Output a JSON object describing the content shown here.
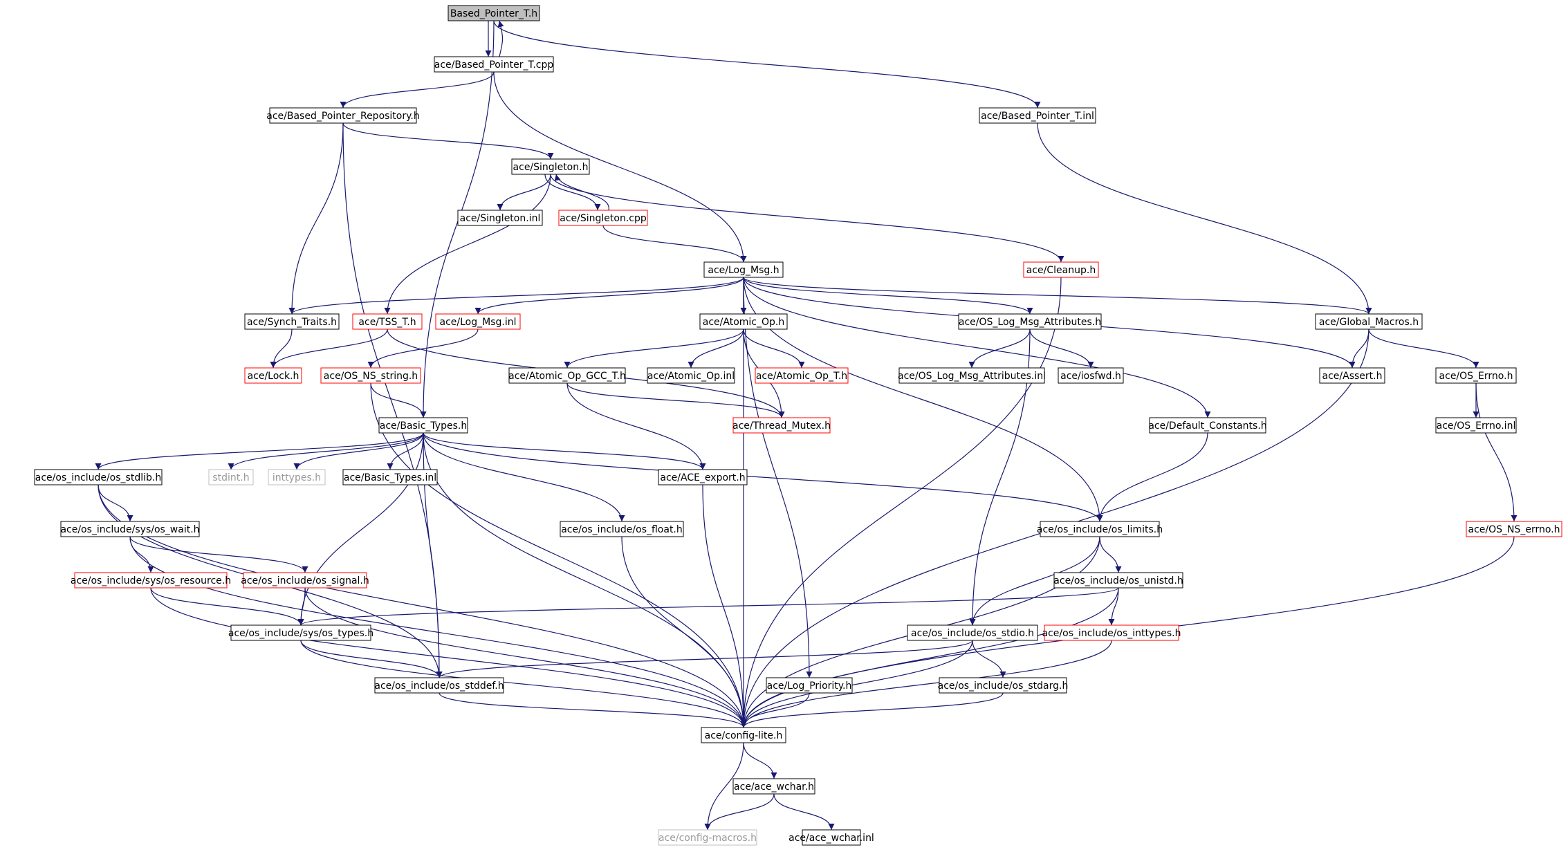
{
  "diagram": {
    "colors": {
      "edge": "#191970",
      "node_border": "#000000",
      "incomplete_border": "#ff0000",
      "external_border": "#bfbfbf",
      "external_text": "#9a9a9a",
      "root_fill": "#bfbfbf",
      "text": "#000000"
    },
    "nodes": [
      {
        "id": "n0",
        "label": "Based_Pointer_T.h",
        "style": "root"
      },
      {
        "id": "n1",
        "label": "ace/Based_Pointer_T.cpp",
        "style": "normal"
      },
      {
        "id": "n2",
        "label": "ace/Based_Pointer_Repository.h",
        "style": "normal"
      },
      {
        "id": "n3",
        "label": "ace/Based_Pointer_T.inl",
        "style": "normal"
      },
      {
        "id": "n4",
        "label": "ace/Singleton.h",
        "style": "normal"
      },
      {
        "id": "n5",
        "label": "ace/Singleton.inl",
        "style": "normal"
      },
      {
        "id": "n6",
        "label": "ace/Singleton.cpp",
        "style": "incomplete"
      },
      {
        "id": "n7",
        "label": "ace/Log_Msg.h",
        "style": "normal"
      },
      {
        "id": "n8",
        "label": "ace/Cleanup.h",
        "style": "incomplete"
      },
      {
        "id": "n9",
        "label": "ace/Synch_Traits.h",
        "style": "normal"
      },
      {
        "id": "n10",
        "label": "ace/TSS_T.h",
        "style": "incomplete"
      },
      {
        "id": "n11",
        "label": "ace/Log_Msg.inl",
        "style": "incomplete"
      },
      {
        "id": "n12",
        "label": "ace/Atomic_Op.h",
        "style": "normal"
      },
      {
        "id": "n13",
        "label": "ace/OS_Log_Msg_Attributes.h",
        "style": "normal"
      },
      {
        "id": "n14",
        "label": "ace/Global_Macros.h",
        "style": "normal"
      },
      {
        "id": "n15",
        "label": "ace/Lock.h",
        "style": "incomplete"
      },
      {
        "id": "n16",
        "label": "ace/OS_NS_string.h",
        "style": "incomplete"
      },
      {
        "id": "n17",
        "label": "ace/Atomic_Op_GCC_T.h",
        "style": "normal"
      },
      {
        "id": "n18",
        "label": "ace/Atomic_Op.inl",
        "style": "normal"
      },
      {
        "id": "n19",
        "label": "ace/Atomic_Op_T.h",
        "style": "incomplete"
      },
      {
        "id": "n20",
        "label": "ace/OS_Log_Msg_Attributes.inl",
        "style": "normal"
      },
      {
        "id": "n21",
        "label": "ace/iosfwd.h",
        "style": "normal"
      },
      {
        "id": "n22",
        "label": "ace/Assert.h",
        "style": "normal"
      },
      {
        "id": "n23",
        "label": "ace/OS_Errno.h",
        "style": "normal"
      },
      {
        "id": "n24",
        "label": "ace/Basic_Types.h",
        "style": "normal"
      },
      {
        "id": "n25",
        "label": "ace/Thread_Mutex.h",
        "style": "incomplete"
      },
      {
        "id": "n26",
        "label": "ace/Default_Constants.h",
        "style": "normal"
      },
      {
        "id": "n27",
        "label": "ace/OS_Errno.inl",
        "style": "normal"
      },
      {
        "id": "n28",
        "label": "ace/os_include/os_stdlib.h",
        "style": "normal"
      },
      {
        "id": "n29",
        "label": "stdint.h",
        "style": "external"
      },
      {
        "id": "n30",
        "label": "inttypes.h",
        "style": "external"
      },
      {
        "id": "n31",
        "label": "ace/Basic_Types.inl",
        "style": "normal"
      },
      {
        "id": "n32",
        "label": "ace/ACE_export.h",
        "style": "normal"
      },
      {
        "id": "n33",
        "label": "ace/os_include/sys/os_wait.h",
        "style": "normal"
      },
      {
        "id": "n34",
        "label": "ace/os_include/os_float.h",
        "style": "normal"
      },
      {
        "id": "n35",
        "label": "ace/os_include/os_limits.h",
        "style": "normal"
      },
      {
        "id": "n36",
        "label": "ace/OS_NS_errno.h",
        "style": "incomplete"
      },
      {
        "id": "n37",
        "label": "ace/os_include/sys/os_resource.h",
        "style": "incomplete"
      },
      {
        "id": "n38",
        "label": "ace/os_include/os_signal.h",
        "style": "incomplete"
      },
      {
        "id": "n39",
        "label": "ace/os_include/os_unistd.h",
        "style": "normal"
      },
      {
        "id": "n40",
        "label": "ace/os_include/sys/os_types.h",
        "style": "normal"
      },
      {
        "id": "n41",
        "label": "ace/os_include/os_stdio.h",
        "style": "normal"
      },
      {
        "id": "n42",
        "label": "ace/os_include/os_inttypes.h",
        "style": "incomplete"
      },
      {
        "id": "n43",
        "label": "ace/os_include/os_stddef.h",
        "style": "normal"
      },
      {
        "id": "n44",
        "label": "ace/Log_Priority.h",
        "style": "normal"
      },
      {
        "id": "n45",
        "label": "ace/os_include/os_stdarg.h",
        "style": "normal"
      },
      {
        "id": "n46",
        "label": "ace/config-lite.h",
        "style": "normal"
      },
      {
        "id": "n47",
        "label": "ace/ace_wchar.h",
        "style": "normal"
      },
      {
        "id": "n48",
        "label": "ace/config-macros.h",
        "style": "external"
      },
      {
        "id": "n49",
        "label": "ace/ace_wchar.inl",
        "style": "normal"
      }
    ],
    "edges": [
      [
        "n0",
        "n1"
      ],
      [
        "n1",
        "n0"
      ],
      [
        "n0",
        "n3"
      ],
      [
        "n0",
        "n24"
      ],
      [
        "n1",
        "n2"
      ],
      [
        "n1",
        "n7"
      ],
      [
        "n2",
        "n4"
      ],
      [
        "n2",
        "n9"
      ],
      [
        "n2",
        "n43"
      ],
      [
        "n3",
        "n14"
      ],
      [
        "n4",
        "n5"
      ],
      [
        "n4",
        "n6"
      ],
      [
        "n6",
        "n4"
      ],
      [
        "n4",
        "n8"
      ],
      [
        "n4",
        "n10"
      ],
      [
        "n6",
        "n7"
      ],
      [
        "n7",
        "n9"
      ],
      [
        "n7",
        "n11"
      ],
      [
        "n7",
        "n12"
      ],
      [
        "n7",
        "n13"
      ],
      [
        "n7",
        "n14"
      ],
      [
        "n7",
        "n22"
      ],
      [
        "n7",
        "n26"
      ],
      [
        "n7",
        "n35"
      ],
      [
        "n7",
        "n44"
      ],
      [
        "n7",
        "n46"
      ],
      [
        "n8",
        "n46"
      ],
      [
        "n9",
        "n15"
      ],
      [
        "n10",
        "n15"
      ],
      [
        "n10",
        "n25"
      ],
      [
        "n11",
        "n16"
      ],
      [
        "n12",
        "n17"
      ],
      [
        "n12",
        "n18"
      ],
      [
        "n12",
        "n19"
      ],
      [
        "n12",
        "n25"
      ],
      [
        "n13",
        "n20"
      ],
      [
        "n13",
        "n21"
      ],
      [
        "n13",
        "n41"
      ],
      [
        "n14",
        "n22"
      ],
      [
        "n14",
        "n23"
      ],
      [
        "n14",
        "n46"
      ],
      [
        "n16",
        "n24"
      ],
      [
        "n16",
        "n46"
      ],
      [
        "n17",
        "n25"
      ],
      [
        "n17",
        "n32"
      ],
      [
        "n23",
        "n27"
      ],
      [
        "n23",
        "n36"
      ],
      [
        "n24",
        "n28"
      ],
      [
        "n24",
        "n29"
      ],
      [
        "n24",
        "n30"
      ],
      [
        "n24",
        "n31"
      ],
      [
        "n24",
        "n32"
      ],
      [
        "n24",
        "n34"
      ],
      [
        "n24",
        "n35"
      ],
      [
        "n24",
        "n40"
      ],
      [
        "n24",
        "n43"
      ],
      [
        "n24",
        "n46"
      ],
      [
        "n26",
        "n35"
      ],
      [
        "n28",
        "n33"
      ],
      [
        "n28",
        "n43"
      ],
      [
        "n28",
        "n46"
      ],
      [
        "n32",
        "n46"
      ],
      [
        "n33",
        "n37"
      ],
      [
        "n33",
        "n38"
      ],
      [
        "n33",
        "n46"
      ],
      [
        "n34",
        "n46"
      ],
      [
        "n35",
        "n39"
      ],
      [
        "n35",
        "n41"
      ],
      [
        "n35",
        "n46"
      ],
      [
        "n36",
        "n46"
      ],
      [
        "n37",
        "n40"
      ],
      [
        "n37",
        "n46"
      ],
      [
        "n38",
        "n40"
      ],
      [
        "n38",
        "n46"
      ],
      [
        "n39",
        "n40"
      ],
      [
        "n39",
        "n42"
      ],
      [
        "n39",
        "n46"
      ],
      [
        "n40",
        "n43"
      ],
      [
        "n40",
        "n46"
      ],
      [
        "n41",
        "n43"
      ],
      [
        "n41",
        "n45"
      ],
      [
        "n41",
        "n46"
      ],
      [
        "n42",
        "n46"
      ],
      [
        "n43",
        "n46"
      ],
      [
        "n44",
        "n46"
      ],
      [
        "n45",
        "n46"
      ],
      [
        "n46",
        "n47"
      ],
      [
        "n46",
        "n48"
      ],
      [
        "n47",
        "n48"
      ],
      [
        "n47",
        "n49"
      ]
    ]
  }
}
